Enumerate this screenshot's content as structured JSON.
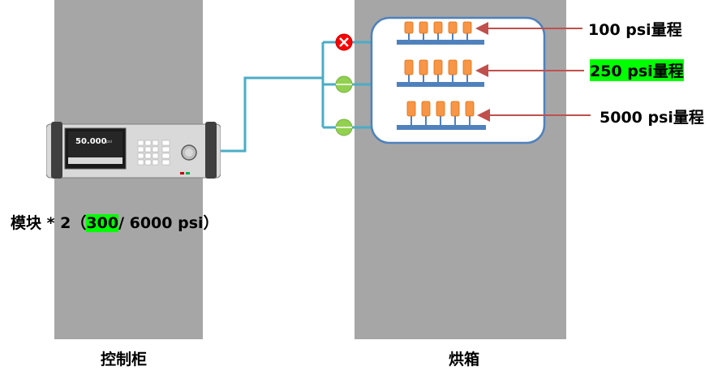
{
  "labels": {
    "cabinet": "控制柜",
    "oven": "烘箱",
    "module_prefix": "模块 * 2（",
    "module_highlight": "300",
    "module_suffix": "/ 6000 psi）"
  },
  "ranges": [
    {
      "text": "100 psi量程",
      "highlight": false
    },
    {
      "text": "250 psi量程",
      "highlight": true
    },
    {
      "text": "5000 psi量程",
      "highlight": false
    }
  ],
  "instrument": {
    "display_value": "50.000",
    "display_unit": "psi"
  },
  "colors": {
    "column": "#a6a6a6",
    "pipe": "#4bacc6",
    "manifold": "#4f81bd",
    "sensor": "#f79646",
    "valve_open": "#92d050",
    "valve_closed": "#ff0000",
    "arrow": "#c0504d",
    "highlight": "#00ff00"
  },
  "valves": [
    "closed-x-icon",
    "open-valve-icon",
    "open-valve-icon"
  ]
}
